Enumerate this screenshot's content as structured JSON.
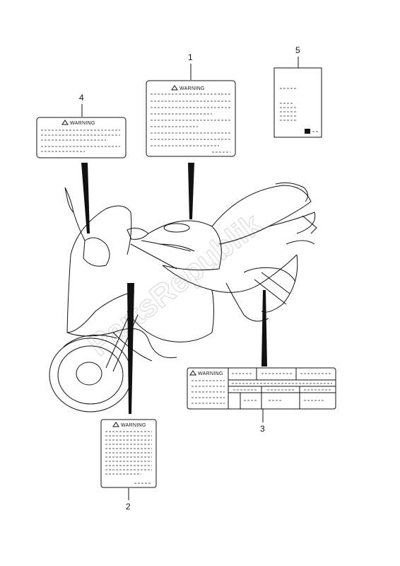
{
  "callouts": [
    {
      "id": "1",
      "label": "1"
    },
    {
      "id": "2",
      "label": "2"
    },
    {
      "id": "3",
      "label": "3"
    },
    {
      "id": "4",
      "label": "4"
    },
    {
      "id": "5",
      "label": "5"
    }
  ],
  "labels": {
    "warning": "WARNING",
    "warning_caps": "WARNING"
  },
  "watermark": "PartsRepublik"
}
